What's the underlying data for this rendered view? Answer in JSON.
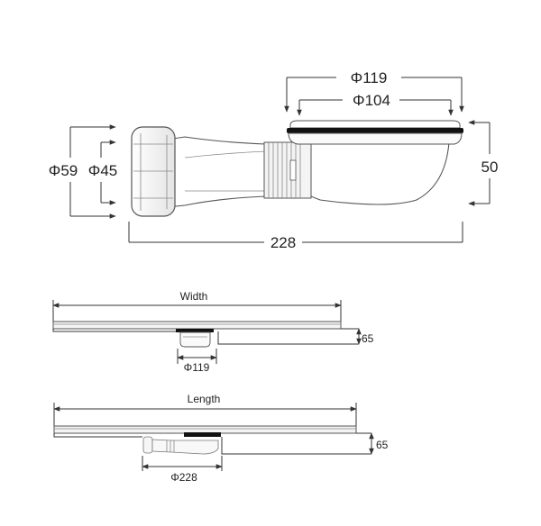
{
  "top_view": {
    "outer_diameter": "Φ119",
    "inner_diameter": "Φ104",
    "height": "50",
    "pipe_outer": "Φ59",
    "pipe_inner": "Φ45",
    "length": "228"
  },
  "width_view": {
    "label": "Width",
    "depth": "65",
    "trap_diameter": "Φ119"
  },
  "length_view": {
    "label": "Length",
    "depth": "65",
    "trap_length": "Φ228"
  },
  "colors": {
    "line": "#333333",
    "outline": "#555555",
    "seal": "#111111"
  }
}
